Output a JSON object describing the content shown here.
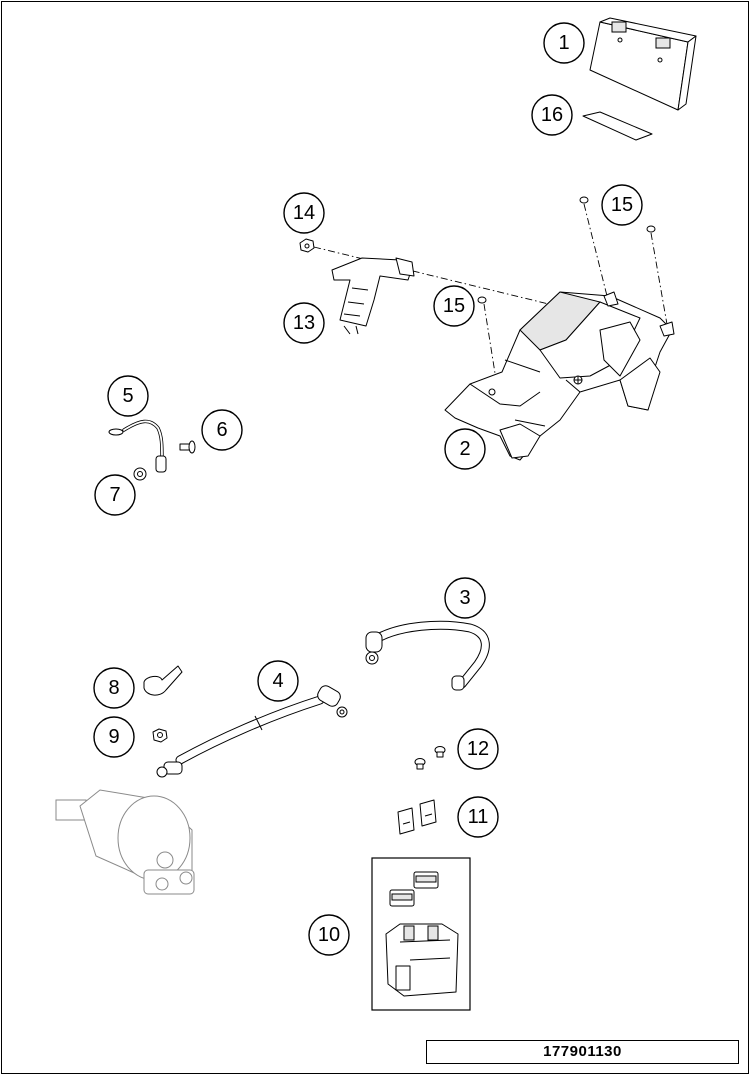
{
  "diagram": {
    "callouts": [
      {
        "id": "c1",
        "label": "1"
      },
      {
        "id": "c2",
        "label": "2"
      },
      {
        "id": "c3",
        "label": "3"
      },
      {
        "id": "c4",
        "label": "4"
      },
      {
        "id": "c5",
        "label": "5"
      },
      {
        "id": "c6",
        "label": "6"
      },
      {
        "id": "c7",
        "label": "7"
      },
      {
        "id": "c8",
        "label": "8"
      },
      {
        "id": "c9",
        "label": "9"
      },
      {
        "id": "c10",
        "label": "10"
      },
      {
        "id": "c11",
        "label": "11"
      },
      {
        "id": "c12",
        "label": "12"
      },
      {
        "id": "c13",
        "label": "13"
      },
      {
        "id": "c14",
        "label": "14"
      },
      {
        "id": "c15a",
        "label": "15"
      },
      {
        "id": "c15b",
        "label": "15"
      },
      {
        "id": "c16",
        "label": "16"
      }
    ],
    "reference_number": "177901130"
  }
}
